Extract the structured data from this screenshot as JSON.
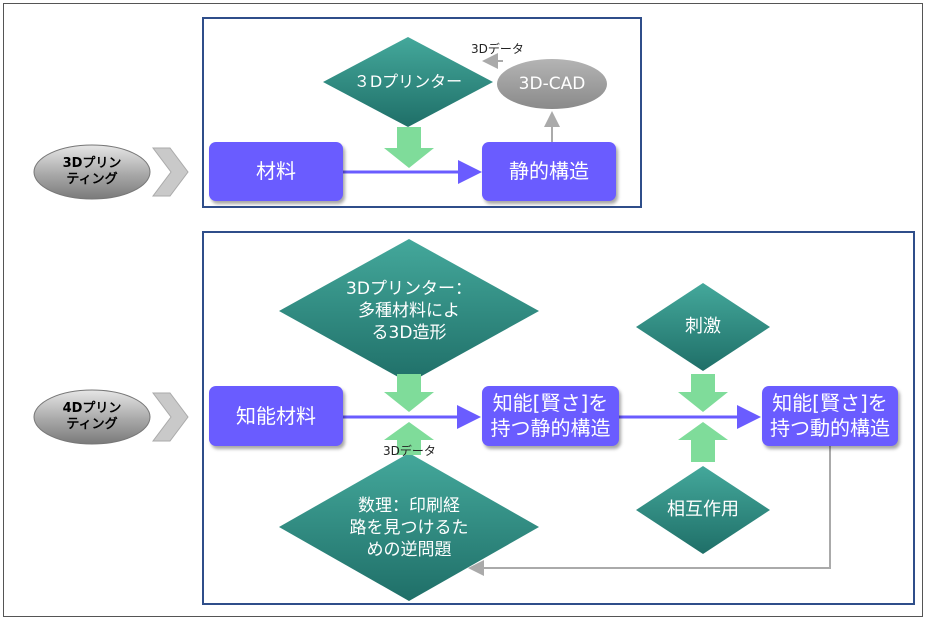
{
  "rows": [
    {
      "label": "3Dプリン\nティング"
    },
    {
      "label": "4Dプリン\nティング"
    }
  ],
  "top": {
    "printer_label": "３Dプリンター",
    "cad_label": "3D-CAD",
    "data_label": "3Dデータ",
    "material_label": "材料",
    "structure_label": "静的構造"
  },
  "bottom": {
    "printer_label": "3Dプリンター：\n多種材料によ\nる3D造形",
    "material_label": "知能材料",
    "data_label": "3Dデータ",
    "math_label": "数理：印刷経\n路を見つけるた\nめの逆問題",
    "static_label": "知能[賢さ]を\n持つ静的構造",
    "stimulus_label": "刺激",
    "interaction_label": "相互作用",
    "dynamic_label": "知能[賢さ]を\n持つ動的構造"
  },
  "colors": {
    "box_blue": "#6a5cff",
    "diamond_teal": "#2e8b80",
    "arrow_green": "#7fdc9a",
    "panel_border": "#2f4e8a",
    "cad_gray": "#9a9a9a"
  }
}
